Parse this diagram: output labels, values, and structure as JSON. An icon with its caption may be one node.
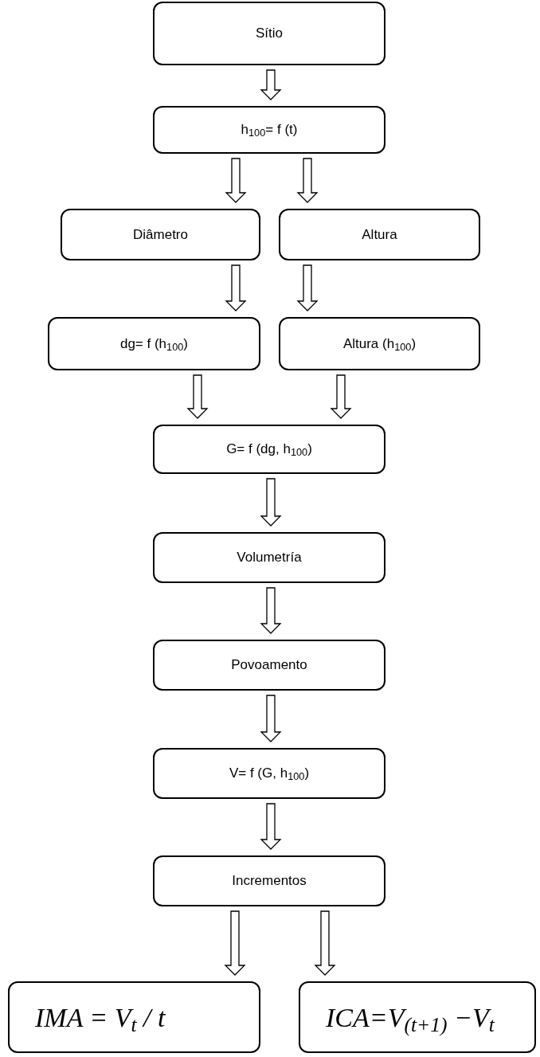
{
  "diagram": {
    "nodes": [
      {
        "text": [
          "Sítio"
        ]
      },
      {
        "text": [
          "h$_{100}$= f (t)"
        ]
      },
      {
        "text": [
          "Diâmetro"
        ]
      },
      {
        "text": [
          "Altura"
        ]
      },
      {
        "text": [
          "dg= f (h$_{100}$)"
        ]
      },
      {
        "text": [
          "Altura (h$_{100}$)"
        ]
      },
      {
        "text": [
          "G= f (dg, h$_{100}$)"
        ]
      },
      {
        "text": [
          "Volumetría"
        ]
      },
      {
        "text": [
          "Povoamento"
        ]
      },
      {
        "text": [
          "V= f (G, h$_{100}$)"
        ]
      },
      {
        "text": [
          "Incrementos"
        ]
      },
      {
        "text": [
          "IMA = V$_{t}$ / t"
        ]
      },
      {
        "text": [
          "ICA=V$_{(t+1)}$ −V$_{t}$"
        ]
      }
    ],
    "edges": [
      {
        "from": 0,
        "to": 1,
        "arrow": "to"
      },
      {
        "from": 1,
        "to": 2,
        "arrow": "to"
      },
      {
        "from": 1,
        "to": 3,
        "arrow": "to"
      },
      {
        "from": 2,
        "to": 4,
        "arrow": "to"
      },
      {
        "from": 3,
        "to": 5,
        "arrow": "to"
      },
      {
        "from": 4,
        "to": 6,
        "arrow": "to"
      },
      {
        "from": 5,
        "to": 6,
        "arrow": "to"
      },
      {
        "from": 6,
        "to": 7,
        "arrow": "to"
      },
      {
        "from": 7,
        "to": 8,
        "arrow": "to"
      },
      {
        "from": 8,
        "to": 9,
        "arrow": "to"
      },
      {
        "from": 9,
        "to": 10,
        "arrow": "to"
      },
      {
        "from": 10,
        "to": 11,
        "arrow": "to"
      },
      {
        "from": 10,
        "to": 12,
        "arrow": "to"
      }
    ]
  }
}
